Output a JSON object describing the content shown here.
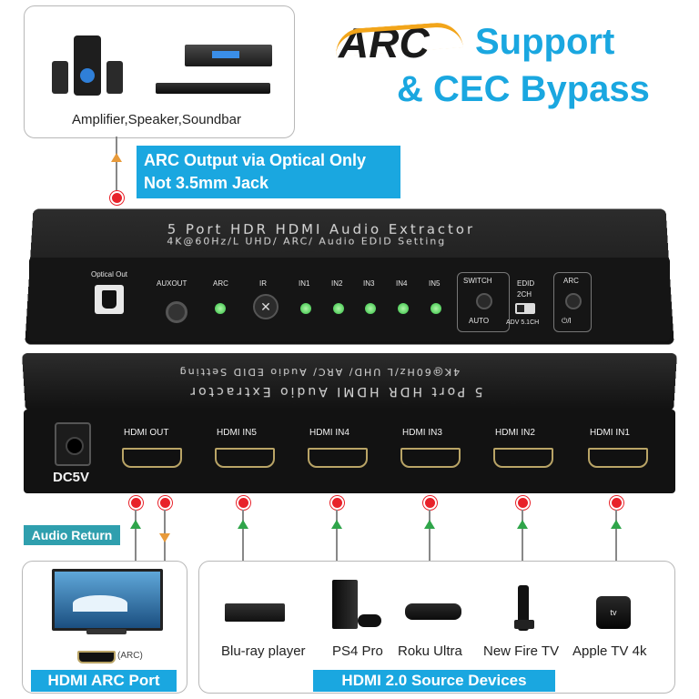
{
  "title": {
    "line1a": "ARC",
    "line1b": "Support",
    "line2": "& CEC Bypass"
  },
  "amp_box": {
    "caption": "Amplifier,Speaker,Soundbar"
  },
  "arc_note": {
    "line1": "ARC Output via Optical Only",
    "line2": "Not 3.5mm Jack"
  },
  "front_panel": {
    "title": "5 Port HDR HDMI Audio Extractor",
    "subtitle": "4K@60Hz/L UHD/ ARC/ Audio EDID Setting",
    "optical": "Optical Out",
    "auxout": "AUXOUT",
    "arc": "ARC",
    "ir": "IR",
    "inputs": [
      "IN1",
      "IN2",
      "IN3",
      "IN4",
      "IN5"
    ],
    "switch": "SWITCH",
    "auto": "AUTO",
    "edid": "EDID",
    "edid_2ch": "2CH",
    "edid_adv": "ADV 5.1CH",
    "arc_btn": "ARC",
    "power": "⏻/I"
  },
  "back_panel": {
    "title_mirrored": "5 Port HDR HDMI Audio Extractor",
    "subtitle_mirrored": "4K@60Hz/L UHD/ ARC/ Audio EDID Setting",
    "dc": "DC5V",
    "ports": [
      "HDMI OUT",
      "HDMI IN5",
      "HDMI IN4",
      "HDMI IN3",
      "HDMI IN2",
      "HDMI IN1"
    ]
  },
  "audio_return": "Audio Return",
  "tv_box": {
    "arc_tag": "(ARC)",
    "label": "HDMI ARC Port"
  },
  "sources_box": {
    "label": "HDMI 2.0 Source Devices",
    "devices": [
      "Blu-ray player",
      "PS4 Pro",
      "Roku Ultra",
      "New Fire TV",
      "Apple TV 4k"
    ]
  },
  "colors": {
    "accent_blue": "#1aa7e0",
    "teal": "#2f9fae",
    "dot_red": "#e8222a",
    "arrow_green": "#2fa54a",
    "arrow_orange": "#e89a3a"
  }
}
